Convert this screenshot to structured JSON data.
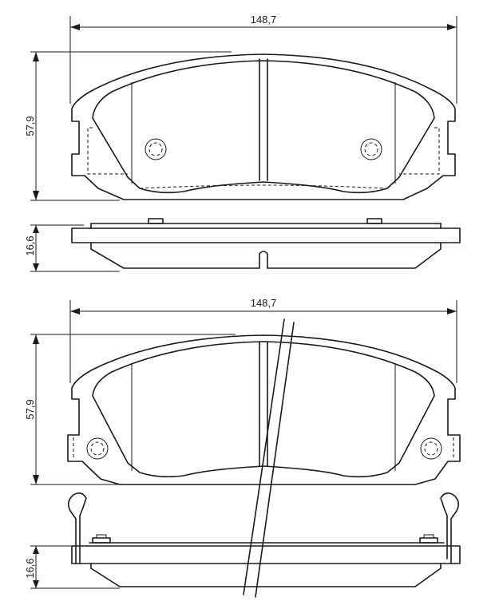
{
  "dimensions": {
    "top_width": "148,7",
    "top_height": "57,9",
    "top_thickness": "16,6",
    "bottom_width": "148,7",
    "bottom_height": "57,9",
    "bottom_thickness": "16,6"
  }
}
